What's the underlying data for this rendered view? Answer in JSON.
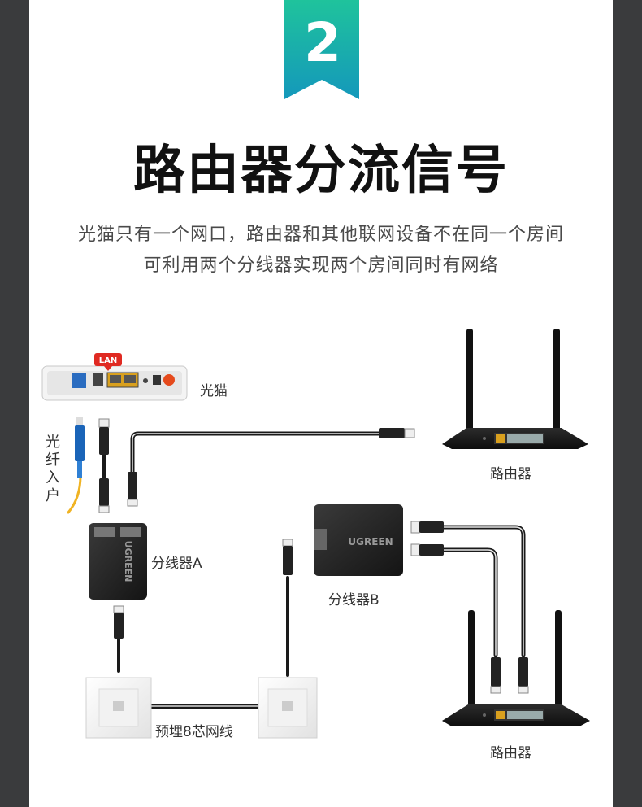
{
  "step_number": "2",
  "title": "路由器分流信号",
  "description": [
    "光猫只有一个网口，路由器和其他联网设备不在同一个房间",
    "可利用两个分线器实现两个房间同时有网络"
  ],
  "labels": {
    "modem": "光猫",
    "modem_lan": "LAN",
    "fiber_in": "光纤入户",
    "router_top": "路由器",
    "router_bottom": "路由器",
    "splitter_a": "分线器A",
    "splitter_b": "分线器B",
    "splitter_brand": "UGREEN",
    "cable": "预埋8芯网线"
  },
  "colors": {
    "background": "#3a3b3d",
    "badge_top": "#1bb5a0",
    "badge_bottom": "#169fb6",
    "lan_tag": "#e02a22",
    "fiber": "#f0b323",
    "fiber_connector": "#1a64b8"
  }
}
